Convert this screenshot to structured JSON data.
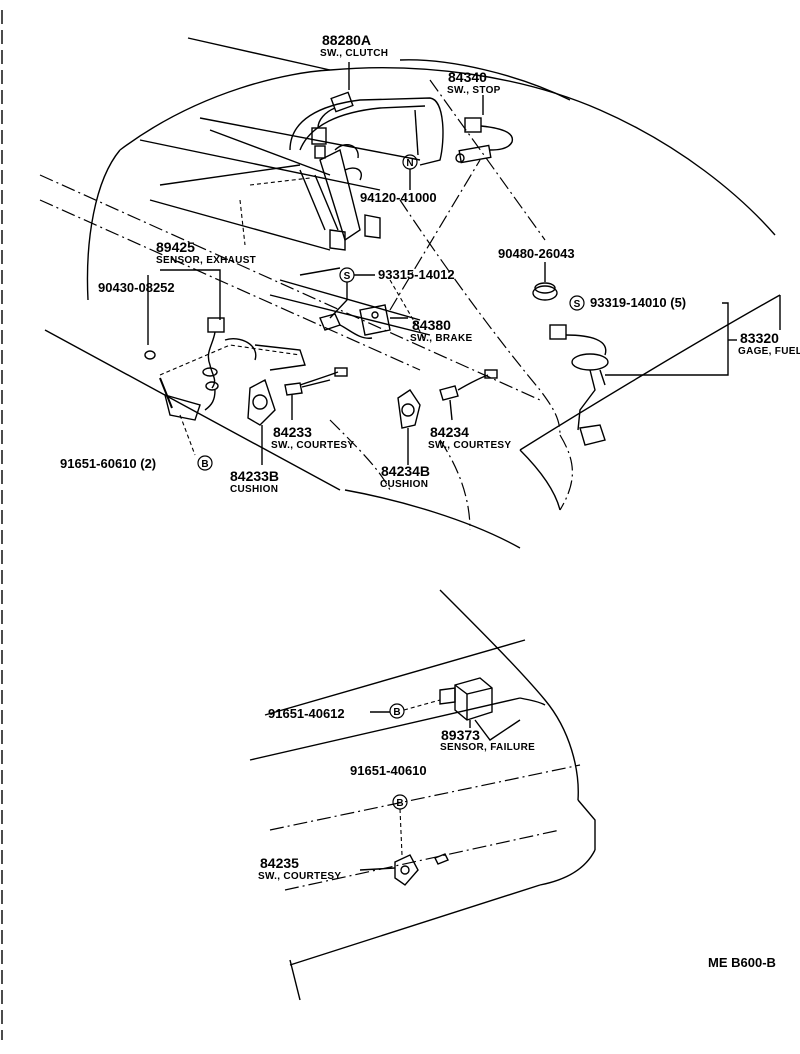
{
  "diagram_id": "ME B600-B",
  "labels": {
    "p88280a": {
      "part": "88280A",
      "desc": "SW., CLUTCH"
    },
    "p84340": {
      "part": "84340",
      "desc": "SW., STOP"
    },
    "p94120": {
      "code": "94120-41000",
      "symbol": "N"
    },
    "p89425": {
      "part": "89425",
      "desc": "SENSOR, EXHAUST"
    },
    "p90430": {
      "code": "90430-08252"
    },
    "p93315": {
      "code": "93315-14012",
      "symbol": "S"
    },
    "p90480": {
      "code": "90480-26043"
    },
    "p93319": {
      "code": "93319-14010 (5)",
      "symbol": "S"
    },
    "p83320": {
      "part": "83320",
      "desc": "GAGE, FUEL"
    },
    "p84380": {
      "part": "84380",
      "desc": "SW., BRAKE"
    },
    "p84233": {
      "part": "84233",
      "desc": "SW., COURTESY"
    },
    "p84234": {
      "part": "84234",
      "desc": "SW., COURTESY"
    },
    "p91651a": {
      "code": "91651-60610 (2)",
      "symbol": "B"
    },
    "p84233b": {
      "part": "84233B",
      "desc": "CUSHION"
    },
    "p84234b": {
      "part": "84234B",
      "desc": "CUSHION"
    },
    "p91651b": {
      "code": "91651-40612",
      "symbol": "B"
    },
    "p89373": {
      "part": "89373",
      "desc": "SENSOR, FAILURE"
    },
    "p91651c": {
      "code": "91651-40610",
      "symbol": "B"
    },
    "p84235": {
      "part": "84235",
      "desc": "SW., COURTESY"
    }
  }
}
